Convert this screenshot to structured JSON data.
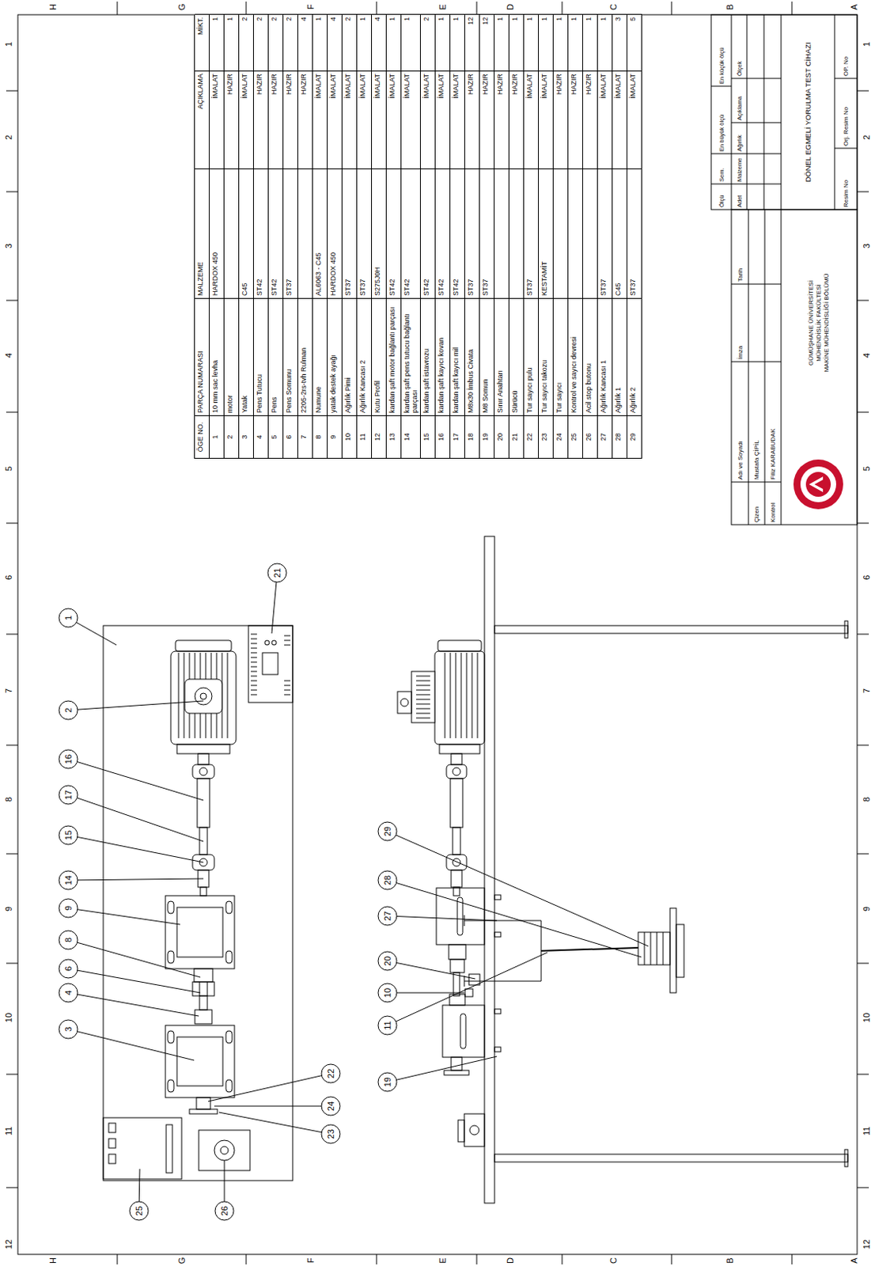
{
  "diagram": {
    "labels": [
      "ÖGE NO.",
      "PARÇA NUMARASI",
      "MALZEME",
      "AÇIKLAMA",
      "MİKT.",
      "1",
      "10 mm sac levha",
      "HARDOX 450",
      "İMALAT",
      "1",
      "2",
      "motor",
      "HAZIR",
      "1",
      "3",
      "Yatak",
      "C45",
      "İMALAT",
      "2",
      "4",
      "Pens Tutucu",
      "ST42",
      "HAZIR",
      "2",
      "5",
      "Pens",
      "ST42",
      "HAZIR",
      "2",
      "6",
      "Pens Somunu",
      "ST37",
      "HAZIR",
      "2",
      "7",
      "2205-2rs-tvh Rulman",
      "HAZIR",
      "4",
      "8",
      "Numune",
      "AL6063 - C45",
      "İMALAT",
      "1",
      "9",
      "yatak destek ayağı",
      "HARDOX 450",
      "İMALAT",
      "4",
      "10",
      "Ağırlık Pimi",
      "ST37",
      "İMALAT",
      "2",
      "11",
      "Ağırlık Kancası 2",
      "ST37",
      "İMALAT",
      "1",
      "12",
      "Kutu Profil",
      "S275J0H",
      "İMALAT",
      "4",
      "13",
      "kardan şaft motor bağlantı parçası",
      "ST42",
      "İMALAT",
      "1",
      "14",
      "kardan şaft pens tutucu bağlantı parçası",
      "ST42",
      "İMALAT",
      "1",
      "15",
      "kardan şaft istavrozu",
      "ST42",
      "İMALAT",
      "2",
      "16",
      "kardan şaft kayıcı kovan",
      "ST42",
      "İMALAT",
      "1",
      "17",
      "kardan şaft kayıcı mil",
      "ST42",
      "İMALAT",
      "1",
      "18",
      "M8x30 İmbus Civata",
      "ST37",
      "HAZIR",
      "12",
      "19",
      "M8 Somun",
      "ST37",
      "HAZIR",
      "12",
      "20",
      "Sınır Anahtarı",
      "HAZIR",
      "1",
      "21",
      "Sürücü",
      "HAZIR",
      "1",
      "22",
      "Tur sayıcı pulu",
      "ST37",
      "İMALAT",
      "1",
      "23",
      "Tur sayıcı takozu",
      "KESTAMİT",
      "İMALAT",
      "1",
      "24",
      "Tur sayıcı",
      "HAZIR",
      "1",
      "25",
      "Kontrol ve sayıcı devresi",
      "HAZIR",
      "1",
      "26",
      "Acil stop butonu",
      "HAZIR",
      "1",
      "27",
      "Ağırlık Kancası 1",
      "ST37",
      "İMALAT",
      "1",
      "28",
      "Ağırlık 1",
      "C45",
      "İMALAT",
      "3",
      "29",
      "Ağırlık 2",
      "ST37",
      "İMALAT",
      "5",
      "Ölçü",
      "Sem.",
      "En büyük ölçü",
      "En küçük ölçü",
      "Adet",
      "Malzeme",
      "Ağırlık",
      "Açıklama",
      "Ölçek",
      "Adı ve Soyadı",
      "İmza",
      "Tarih",
      "Çizen",
      "Mustafa ÇİPİL",
      "Kontrol",
      "Filiz KARABUDAK",
      "GÜMÜŞHANE ÜNİVERSİTESİ MÜHENDİSLİK FAKÜLTESİ MAKİNE MÜHENDİSLİĞİ BÖLÜMÜ",
      "DÖNEL EGMELİ YORULMA TEST CİHAZI",
      "Resim No",
      "Orj. Resim No",
      "OP. No",
      "1",
      "2",
      "16",
      "17",
      "15",
      "14",
      "9",
      "8",
      "6",
      "4",
      "3",
      "22",
      "24",
      "23",
      "21",
      "25",
      "26",
      "29",
      "28",
      "27",
      "20",
      "10",
      "11",
      "19",
      "1",
      "2",
      "3",
      "4",
      "5",
      "6",
      "7",
      "8",
      "9",
      "10",
      "11",
      "12",
      "1",
      "2",
      "3",
      "4",
      "5",
      "6",
      "7",
      "8",
      "9",
      "10",
      "11",
      "12",
      "H",
      "G",
      "F",
      "E",
      "D",
      "C",
      "B",
      "A",
      "H",
      "G",
      "F",
      "E",
      "D",
      "C",
      "B",
      "A"
    ]
  }
}
